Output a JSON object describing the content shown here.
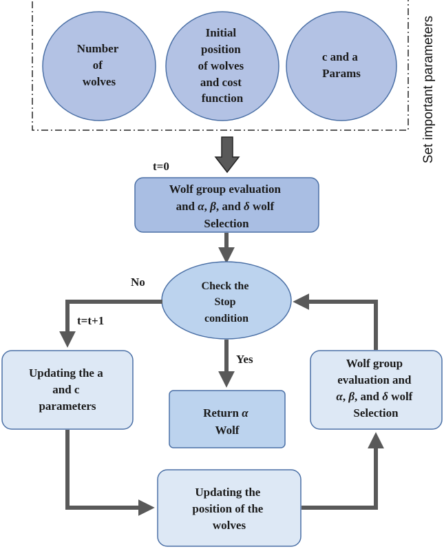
{
  "colors": {
    "circle_fill": "#b3c2e4",
    "circle_stroke": "#4a6fa5",
    "box_dark_fill": "#a9bee3",
    "box_mid_fill": "#bcd3ee",
    "box_light_fill": "#dde8f5",
    "node_stroke": "#4a6fa5",
    "arrow": "#595959",
    "dash_border": "#222222"
  },
  "params_group": {
    "label": "Set important parameters",
    "circles": [
      {
        "lines": [
          "Number",
          "of",
          "wolves"
        ]
      },
      {
        "lines": [
          "Initial",
          "position",
          "of wolves",
          "and cost",
          "function"
        ]
      },
      {
        "lines": [
          "c and a",
          "Params"
        ]
      }
    ]
  },
  "labels": {
    "t_zero": "t=0",
    "no": "No",
    "t_increment": "t=t+1",
    "yes": "Yes"
  },
  "nodes": {
    "evaluation_top": {
      "line1": "Wolf group evaluation",
      "line2_prefix": "and ",
      "alpha": "α",
      "comma1": ", ",
      "beta": "β",
      "line2_mid": ", and ",
      "delta": "δ",
      "line2_suffix": " wolf",
      "line3": "Selection"
    },
    "check_stop": {
      "lines": [
        "Check the",
        "Stop",
        "condition"
      ]
    },
    "update_params": {
      "lines": [
        "Updating the a",
        "and c",
        "parameters"
      ]
    },
    "return_alpha": {
      "line1_prefix": "Return ",
      "alpha": "α",
      "line2": "Wolf"
    },
    "evaluation_right": {
      "line1": "Wolf group",
      "line2": "evaluation and",
      "alpha": "α",
      "comma1": ", ",
      "beta": "β",
      "line3_mid": ", and ",
      "delta": "δ",
      "line3_suffix": " wolf",
      "line4": "Selection"
    },
    "update_position": {
      "lines": [
        "Updating the",
        "position of the",
        "wolves"
      ]
    }
  }
}
